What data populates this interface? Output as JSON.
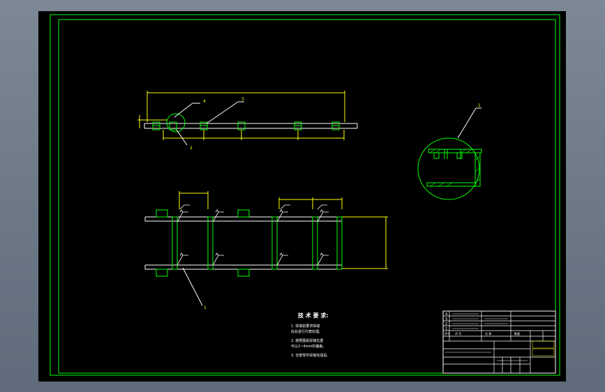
{
  "colors": {
    "viewport_bg": "#6b7685",
    "canvas": "#000000",
    "frame_green": "#00ff00",
    "yellow": "#ffff00",
    "white": "#ffffff"
  },
  "top_view": {
    "overall_dim": "",
    "height_dim": "",
    "spacing_dims": [
      "",
      "",
      "",
      ""
    ],
    "callouts": [
      "4",
      "3",
      "2"
    ]
  },
  "detail_view": {
    "callout": "1"
  },
  "plan_view": {
    "callout": "1",
    "top_dims": [
      "",
      "",
      ""
    ],
    "side_dim": ""
  },
  "tech_requirements": {
    "title": "技 术 要 求:",
    "items": [
      "1. 焊接前要求焊缝",
      "   处处进行打磨处理。",
      "2. 按照图纸焊接位置",
      "   可以2~4mm的偏差。",
      "3. 全部零件焊接完成后,"
    ]
  },
  "title_block": {
    "part_rows": [
      "4",
      "3",
      "2",
      "1"
    ],
    "part_row_text": [
      "",
      "",
      "",
      ""
    ],
    "header_labels": [
      "序号",
      "代 号",
      "名 称",
      "数量"
    ],
    "school": "",
    "drawing_name": "",
    "sheet_label": ""
  }
}
